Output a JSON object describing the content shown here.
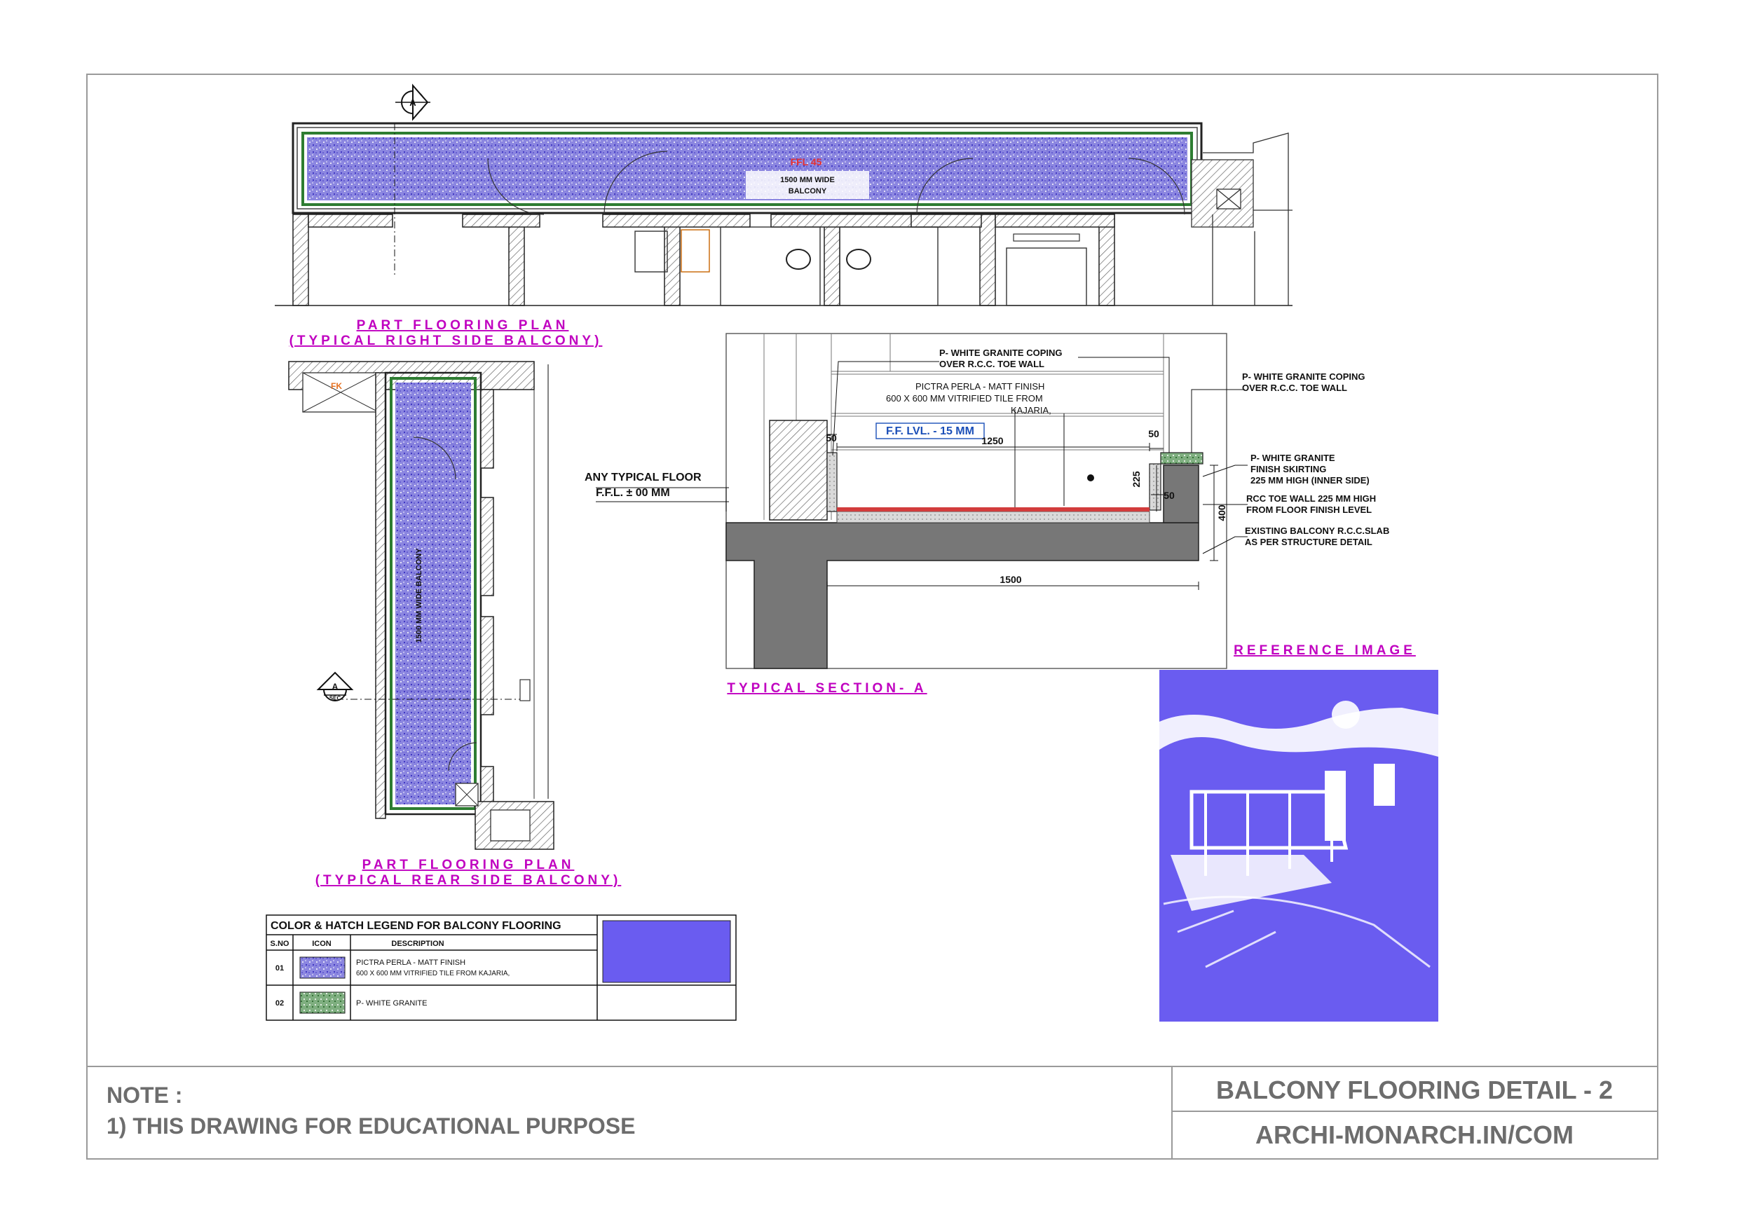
{
  "views": {
    "plan_right_title_1": "PART FLOORING PLAN",
    "plan_right_title_2": "(TYPICAL RIGHT SIDE BALCONY)",
    "plan_rear_title_1": "PART FLOORING PLAN",
    "plan_rear_title_2": "(TYPICAL REAR SIDE BALCONY)",
    "section_title": "TYPICAL SECTION- A",
    "reference_title": "REFERENCE IMAGE"
  },
  "plan_right": {
    "balcony_label_1": "1500 MM WIDE",
    "balcony_label_2": "BALCONY",
    "level_tag": "FFL 45",
    "section_marker": "A"
  },
  "plan_rear": {
    "balcony_label": "1500 MM WIDE BALCONY",
    "section_marker": "A",
    "section_marker_sub": "SEC"
  },
  "section": {
    "callout_coping_top_1": "P- WHITE GRANITE COPING",
    "callout_coping_top_2": "OVER R.C.C. TOE WALL",
    "callout_tile_1": "PICTRA PERLA - MATT FINISH",
    "callout_tile_2": "600 X 600 MM VITRIFIED TILE FROM",
    "callout_tile_3": "KAJARIA,",
    "ff_level": "F.F. LVL. - 15 MM",
    "dim_1250": "1250",
    "dim_50_left": "50",
    "dim_50_right_top": "50",
    "dim_50_right_bottom": "50",
    "dim_225": "225",
    "dim_400": "400",
    "dim_1500": "1500",
    "any_floor_1": "ANY TYPICAL FLOOR",
    "any_floor_2": "F.F.L. ± 00 MM",
    "right_coping_1": "P- WHITE GRANITE COPING",
    "right_coping_2": "OVER R.C.C. TOE WALL",
    "right_skirting_1": "P- WHITE GRANITE",
    "right_skirting_2": "FINISH SKIRTING",
    "right_skirting_3": "225 MM HIGH (INNER SIDE)",
    "right_toewall_1": "RCC TOE WALL 225 MM HIGH",
    "right_toewall_2": "FROM FLOOR FINISH LEVEL",
    "right_slab_1": "EXISTING BALCONY R.C.C.SLAB",
    "right_slab_2": "AS PER STRUCTURE DETAIL"
  },
  "legend": {
    "title": "COLOR & HATCH LEGEND FOR BALCONY FLOORING",
    "col_sno": "S.NO",
    "col_icon": "ICON",
    "col_desc": "DESCRIPTION",
    "rows": [
      {
        "sno": "01",
        "desc_1": "PICTRA PERLA - MATT FINISH",
        "desc_2": "600 X 600 MM VITRIFIED TILE FROM KAJARIA,",
        "swatch": "tile-hatch-swatch"
      },
      {
        "sno": "02",
        "desc_1": "P- WHITE GRANITE",
        "desc_2": "",
        "swatch": "granite-hatch-swatch"
      }
    ],
    "colour_sample": "#6a5cf0"
  },
  "footer": {
    "note_heading": "NOTE :",
    "note_line": "1) THIS DRAWING FOR EDUCATIONAL PURPOSE",
    "sheet_title": "BALCONY FLOORING DETAIL - 2",
    "website": "ARCHI-MONARCH.IN/COM"
  },
  "colors": {
    "accent_title": "#c000c0",
    "tile_blue": "#6a5cf0",
    "granite_green": "#2e7d32",
    "slab_grey": "#777777",
    "red_bed": "#d23c3c",
    "footer_grey": "#6d6d6d"
  }
}
